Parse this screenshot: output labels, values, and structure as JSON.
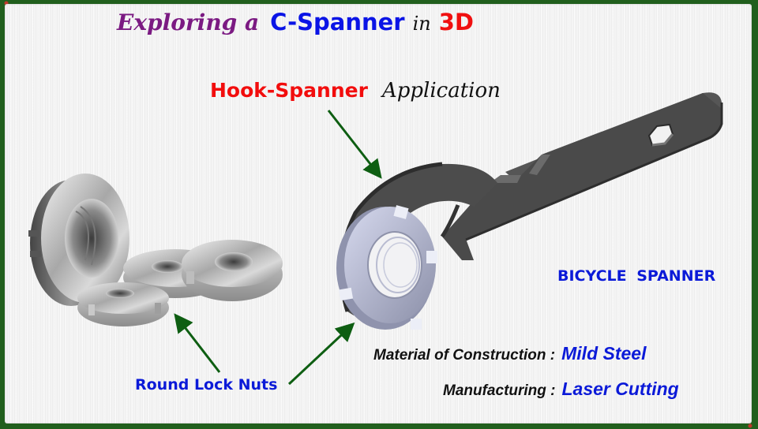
{
  "title": {
    "part1": "Exploring a",
    "part2": "C-Spanner",
    "part3": "in",
    "part4": "3D",
    "colors": {
      "part1": "#7b1a82",
      "part2": "#0a14e6",
      "part3": "#111111",
      "part4": "#f01010"
    }
  },
  "callouts": {
    "hook_spanner": "Hook-Spanner",
    "application": "Application",
    "bicycle_spanner": "BICYCLE  SPANNER",
    "round_lock_nuts": "Round Lock Nuts"
  },
  "specs": [
    {
      "label": "Material of Construction :",
      "value": "Mild Steel"
    },
    {
      "label": "Manufacturing :",
      "value": "Laser Cutting"
    }
  ],
  "illustrations": {
    "spanner": "hook-spanner-3d-render",
    "nut_on_spanner": "round-lock-nut-engaged",
    "loose_nuts": [
      "round-lock-nut-large",
      "round-lock-nut-medium",
      "round-lock-nut-small",
      "round-lock-nut-back"
    ]
  },
  "colors": {
    "border": "#215f1d",
    "background": "#f4f4f4",
    "arrow": "#0e5e12",
    "spanner": "#4a4a4a",
    "nut_blue_grey": "#a9adc4"
  }
}
